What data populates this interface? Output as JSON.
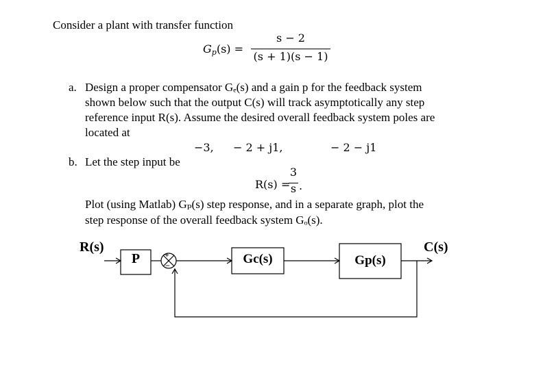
{
  "intro": "Consider a plant with transfer function",
  "tf": {
    "lhs_fn": "G",
    "lhs_sub": "p",
    "lhs_arg": "(s) =",
    "numerator": "s − 2",
    "denominator": "(s + 1)(s − 1)"
  },
  "part_a": {
    "marker": "a.",
    "lines": [
      "Design a proper compensator Gₑ(s) and a gain p for the feedback system",
      "shown below such that the output C(s) will track asymptotically any step",
      "reference input R(s). Assume the desired overall feedback system poles are",
      "located at"
    ],
    "poles": [
      "−3,",
      "− 2 + j1,",
      "− 2 − j1"
    ]
  },
  "part_b": {
    "marker": "b.",
    "intro": "Let the step input be",
    "eq_lhs": "R(s) =",
    "eq_num": "3",
    "eq_den": "s",
    "eq_end": ".",
    "lines": [
      "Plot (using Matlab) Gₚ(s) step response, and in a separate graph, plot the",
      "step response of the overall feedback system Gₒ(s)."
    ]
  },
  "diagram": {
    "input_label": "R(s)",
    "gain_label": "P",
    "summer_plus": "+",
    "summer_minus": "−",
    "compensator_label": "Gc(s)",
    "plant_label": "Gp(s)",
    "output_label": "C(s)"
  }
}
